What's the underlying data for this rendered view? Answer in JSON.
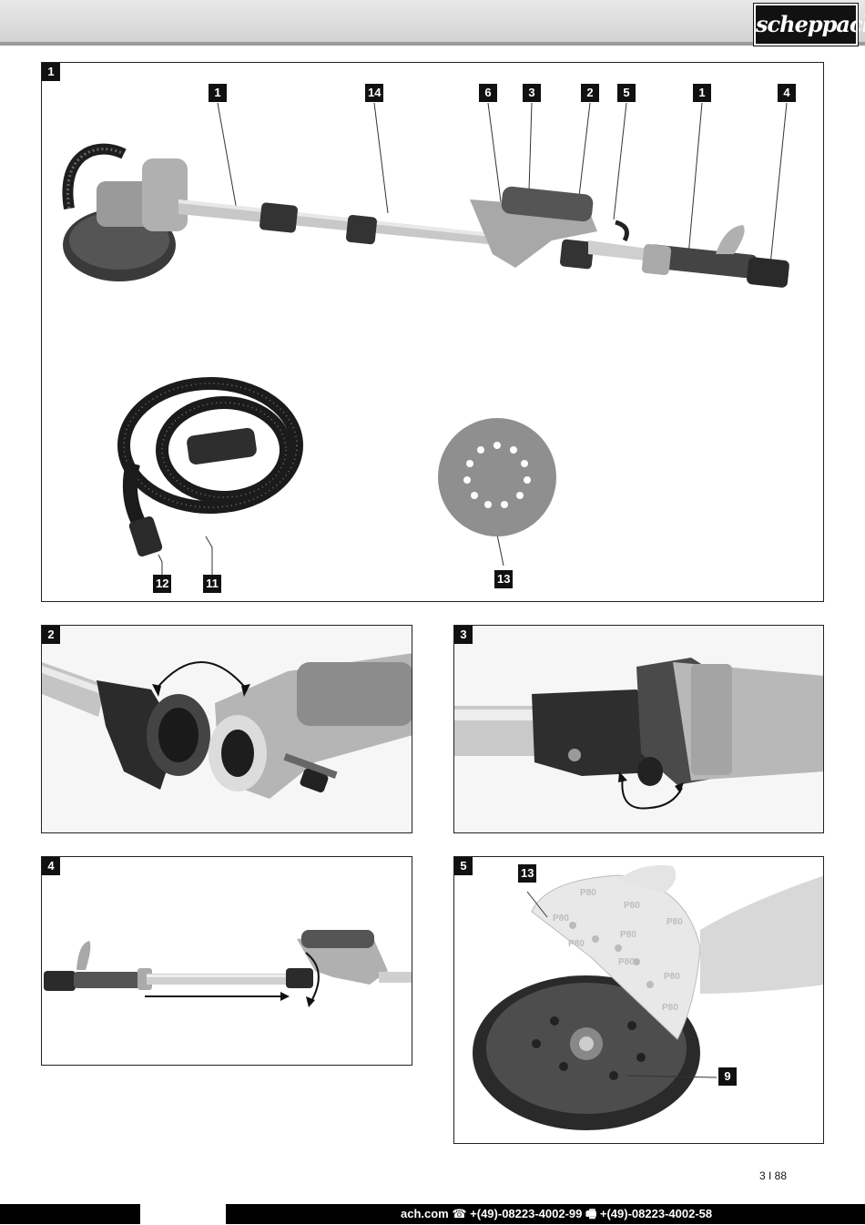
{
  "header": {
    "brand": "scheppach"
  },
  "figures": {
    "fig1": {
      "number": "1",
      "callouts_top": [
        "1",
        "14",
        "6",
        "3",
        "2",
        "5",
        "1",
        "4"
      ],
      "callouts_bottom": [
        "12",
        "11",
        "13"
      ]
    },
    "fig2": {
      "number": "2"
    },
    "fig3": {
      "number": "3"
    },
    "fig4": {
      "number": "4"
    },
    "fig5": {
      "number": "5",
      "callouts": [
        "13",
        "9"
      ],
      "disc_markings": [
        "P80",
        "P80",
        "P80",
        "P80",
        "P80",
        "P80",
        "P80",
        "P80",
        "P80"
      ]
    }
  },
  "footer": {
    "page": "3 I 88",
    "contact": "ach.com  ☎ +(49)-08223-4002-99  🖷 +(49)-08223-4002-58"
  }
}
